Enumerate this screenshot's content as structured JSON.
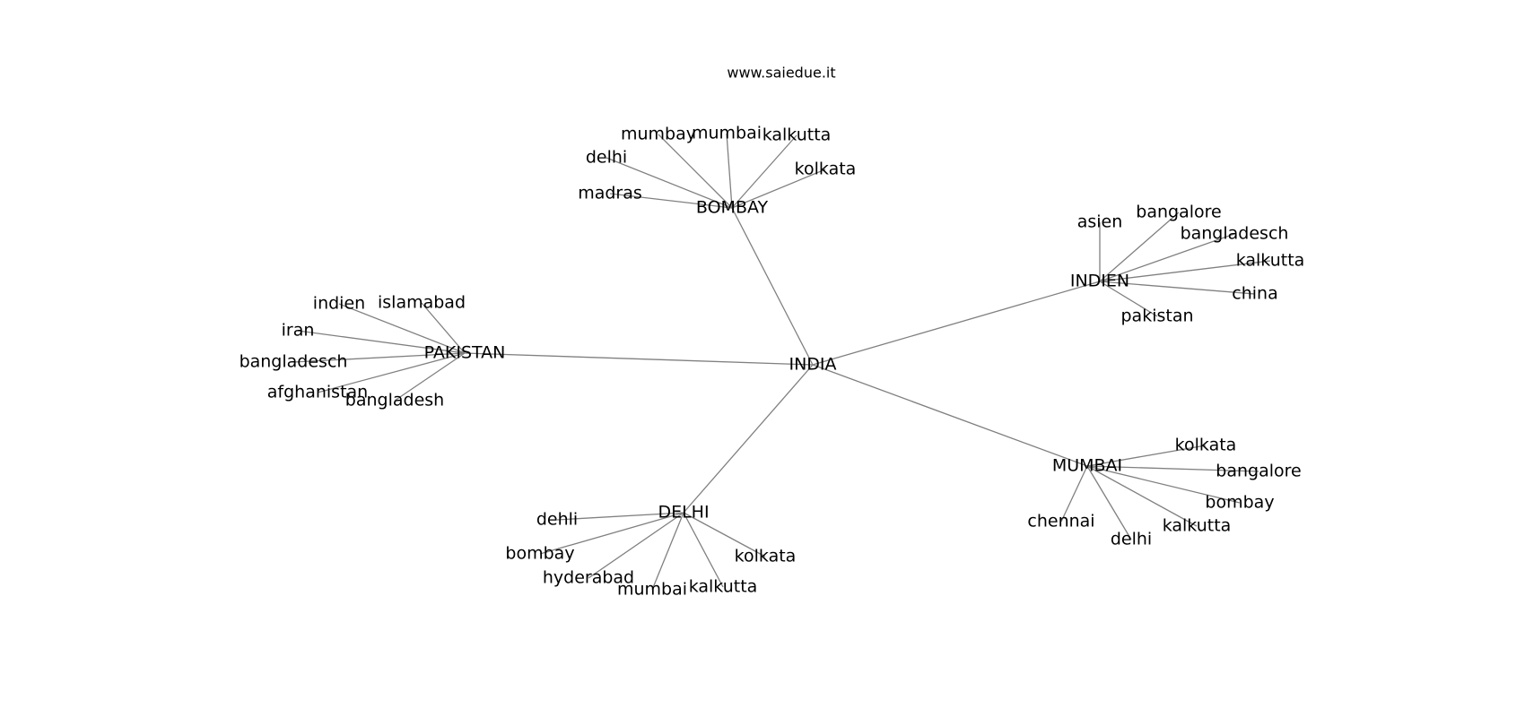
{
  "page": {
    "title": "www.saiedue.it"
  },
  "graph": {
    "root": "INDIA",
    "hubs": [
      {
        "id": "bombay",
        "label": "BOMBAY",
        "leaves": [
          "mumbay",
          "mumbai",
          "kalkutta",
          "delhi",
          "kolkata",
          "madras"
        ]
      },
      {
        "id": "indien",
        "label": "INDIEN",
        "leaves": [
          "asien",
          "bangalore",
          "bangladesch",
          "kalkutta",
          "china",
          "pakistan"
        ]
      },
      {
        "id": "pakistan",
        "label": "PAKISTAN",
        "leaves": [
          "indien",
          "islamabad",
          "iran",
          "bangladesch",
          "afghanistan",
          "bangladesh"
        ]
      },
      {
        "id": "mumbai",
        "label": "MUMBAI",
        "leaves": [
          "kolkata",
          "bangalore",
          "bombay",
          "kalkutta",
          "delhi",
          "chennai"
        ]
      },
      {
        "id": "delhi",
        "label": "DELHI",
        "leaves": [
          "dehli",
          "bombay",
          "hyderabad",
          "mumbai",
          "kalkutta",
          "kolkata"
        ]
      }
    ]
  },
  "style": {
    "edge_color": "#808080",
    "text_color": "#000000",
    "background": "#ffffff"
  }
}
